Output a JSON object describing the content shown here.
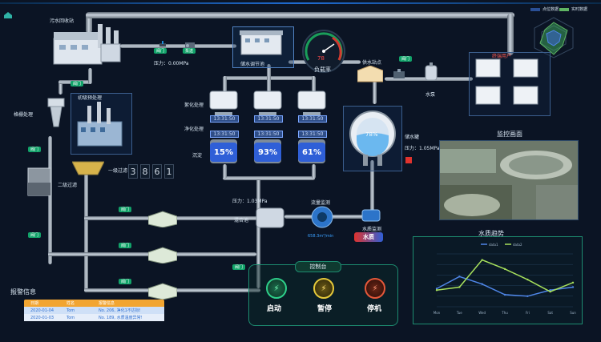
{
  "header": {
    "legend": [
      "点位数据",
      "实时数据"
    ]
  },
  "stations": {
    "collection": "污水回收站",
    "regulating": "储水调节池",
    "pre": "初级预处理",
    "grille": "格栅处理",
    "filter2": "二级过滤",
    "filter1": "一级过滤",
    "supply": "供水站点",
    "pump": "水泵",
    "users": "终端用户",
    "clean": "储水罐",
    "flowmon": "流量监测",
    "mixing": "混合池",
    "quality": "水质监测"
  },
  "processes": {
    "flocc": "絮化处理",
    "purify": "净化处理",
    "settle": "沉淀"
  },
  "tanks": [
    {
      "time_a": "13:31:50",
      "time_b": "13:31:50",
      "pct": "15%"
    },
    {
      "time_a": "13:31:50",
      "time_b": "13:31:50",
      "pct": "93%"
    },
    {
      "time_a": "13:31:50",
      "time_b": "13:31:50",
      "pct": "61%"
    }
  ],
  "pressure": {
    "p1": "压力：0.00MPa",
    "p2": "压力：1.03MPa",
    "p3": "压力：1.05MPa"
  },
  "valve": "阀门",
  "valve_alt": "泵送",
  "gauge": {
    "value": "78",
    "label": "负载率"
  },
  "counter": {
    "digits": [
      "3",
      "8",
      "6",
      "1"
    ]
  },
  "clean_tank_pct": "78%",
  "flow_value": "658.3m³/min",
  "quality_value": "水质",
  "monitor": {
    "title": "监控画面"
  },
  "chart_title": "水质趋势",
  "alarm": {
    "title": "报警信息",
    "headers": [
      "日期",
      "姓名",
      "报警信息"
    ],
    "rows": [
      {
        "date": "2020-01-04",
        "name": "Tom",
        "msg": "No. 206, 净化1不达标!"
      },
      {
        "date": "2020-01-03",
        "name": "Tom",
        "msg": "No. 189, 水质温度异常!"
      }
    ]
  },
  "control": {
    "title": "控制台",
    "start": "启动",
    "pause": "暂停",
    "stop": "停机"
  },
  "chart_data": {
    "type": "line",
    "title": "水质趋势",
    "categories": [
      "Mon",
      "Tue",
      "Wed",
      "Thu",
      "Fri",
      "Sat",
      "Sun"
    ],
    "series": [
      {
        "name": "data1",
        "values": [
          120,
          200,
          150,
          80,
          70,
          110,
          130
        ],
        "color": "#4f86e8"
      },
      {
        "name": "data2",
        "values": [
          110,
          130,
          310,
          250,
          180,
          100,
          160
        ],
        "color": "#a7e05c"
      }
    ],
    "ylim": [
      0,
      350
    ],
    "grid": true,
    "legend": "top"
  },
  "colors": {
    "accent": "#3aa0ff",
    "green": "#12a36a",
    "red": "#e0332e"
  }
}
